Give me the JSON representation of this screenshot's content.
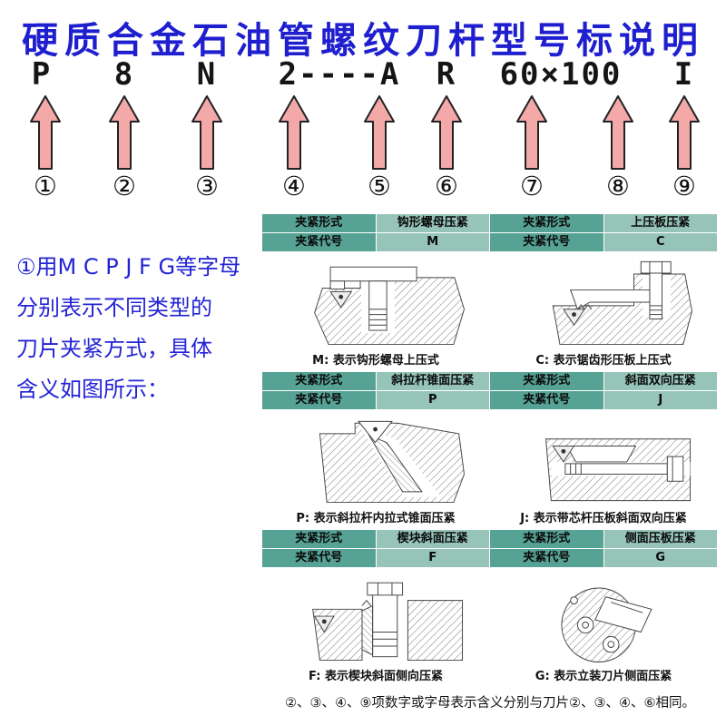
{
  "title": "硬质合金石油管螺纹刀杆型号标说明",
  "code_parts": [
    "P",
    "8",
    "N",
    "2----A",
    "R",
    "60×100",
    "I"
  ],
  "indicator_numbers": [
    "①",
    "②",
    "③",
    "④",
    "⑤",
    "⑥",
    "⑦",
    "⑧",
    "⑨"
  ],
  "left_note": {
    "line1": "①用M C P J F G等字母",
    "line2": "分别表示不同类型的",
    "line3": "刀片夹紧方式，具体",
    "line4": "含义如图所示："
  },
  "table": {
    "form_label": "夹紧形式",
    "code_label": "夹紧代号",
    "cells": [
      {
        "form": "钩形螺母压紧",
        "code": "M",
        "caption": "M: 表示钩形螺母上压式"
      },
      {
        "form": "上压板压紧",
        "code": "C",
        "caption": "C: 表示锯齿形压板上压式"
      },
      {
        "form": "斜拉杆锥面压紧",
        "code": "P",
        "caption": "P: 表示斜拉杆内拉式锥面压紧"
      },
      {
        "form": "斜面双向压紧",
        "code": "J",
        "caption": "J: 表示带芯杆压板斜面双向压紧"
      },
      {
        "form": "楔块斜面压紧",
        "code": "F",
        "caption": "F: 表示楔块斜面侧向压紧"
      },
      {
        "form": "侧面压板压紧",
        "code": "G",
        "caption": "G: 表示立装刀片侧面压紧"
      }
    ]
  },
  "footer_note": "②、③、④、⑨项数字或字母表示含义分别与刀片②、③、④、⑥相同。",
  "colors": {
    "title_blue": "#1f1fd0",
    "note_blue": "#2323d6",
    "arrow_pink": "#f4a9a9",
    "header_label_bg": "#56a294",
    "header_value_bg": "#96c4b8"
  }
}
